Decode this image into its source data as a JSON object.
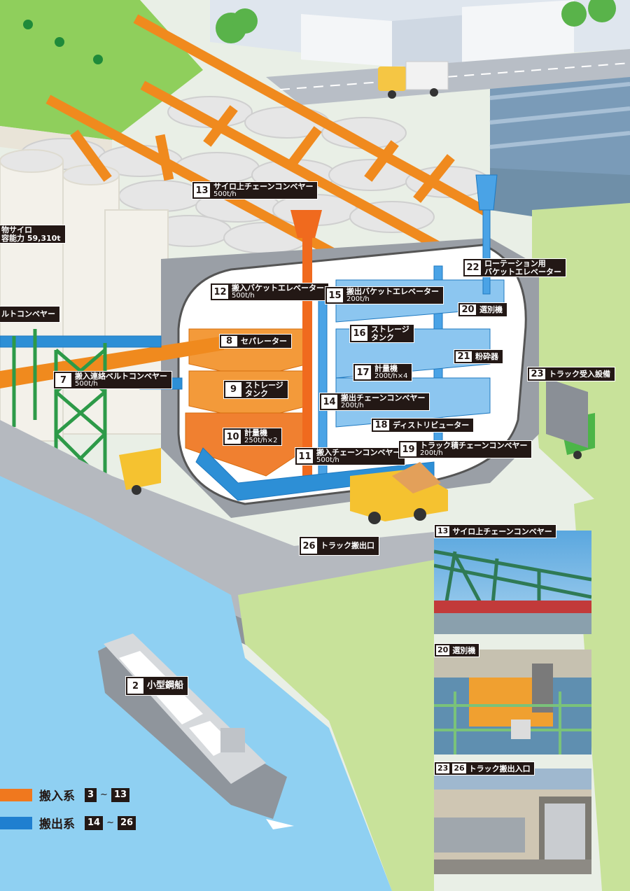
{
  "colors": {
    "import": "#f0781e",
    "export": "#2d8fd6",
    "label_bg": "#231815",
    "water": "#8fd0f2",
    "grass": "#c8e29a"
  },
  "labels": {
    "l13": {
      "num": "13",
      "name": "サイロ上チェーンコンベヤー",
      "cap": "500t/h"
    },
    "l12": {
      "num": "12",
      "name": "搬入バケットエレベーター",
      "cap": "500t/h"
    },
    "l15": {
      "num": "15",
      "name": "搬出バケットエレベーター",
      "cap": "200t/h"
    },
    "l22": {
      "num": "22",
      "name": "ローテーション用",
      "name2": "バケットエレベーター"
    },
    "l20": {
      "num": "20",
      "name": "選別機"
    },
    "l8": {
      "num": "8",
      "name": "セパレーター"
    },
    "l16": {
      "num": "16",
      "name": "ストレージ",
      "name2": "タンク"
    },
    "l21": {
      "num": "21",
      "name": "粉砕器"
    },
    "l7": {
      "num": "7",
      "name": "搬入連絡ベルトコンベヤー",
      "cap": "500t/h"
    },
    "l9": {
      "num": "9",
      "name": "ストレージ",
      "name2": "タンク"
    },
    "l17": {
      "num": "17",
      "name": "計量機",
      "cap": "200t/h×4"
    },
    "l23": {
      "num": "23",
      "name": "トラック受入設備"
    },
    "l14": {
      "num": "14",
      "name": "搬出チェーンコンベヤー",
      "cap": "200t/h"
    },
    "l18": {
      "num": "18",
      "name": "ディストリビューター"
    },
    "l10": {
      "num": "10",
      "name": "計量機",
      "cap": "250t/h×2"
    },
    "l11": {
      "num": "11",
      "name": "搬入チェーンコンベヤー",
      "cap": "500t/h"
    },
    "l19": {
      "num": "19",
      "name": "トラック積チェーンコンベヤー",
      "cap": "200t/h"
    },
    "l26": {
      "num": "26",
      "name": "トラック搬出口"
    },
    "l2": {
      "num": "2",
      "name": "小型鋼船"
    }
  },
  "cut_text": {
    "silo1": "物サイロ",
    "silo2": "容能力 59,310t",
    "belt": "ルトコンベヤー"
  },
  "photos": [
    {
      "nums": [
        "13"
      ],
      "name": "サイロ上チェーンコンベヤー"
    },
    {
      "nums": [
        "20"
      ],
      "name": "選別機"
    },
    {
      "nums": [
        "23",
        "26"
      ],
      "name": "トラック搬出入口"
    }
  ],
  "legend": [
    {
      "name": "搬入系",
      "from": "3",
      "to": "13"
    },
    {
      "name": "搬出系",
      "from": "14",
      "to": "26"
    }
  ]
}
